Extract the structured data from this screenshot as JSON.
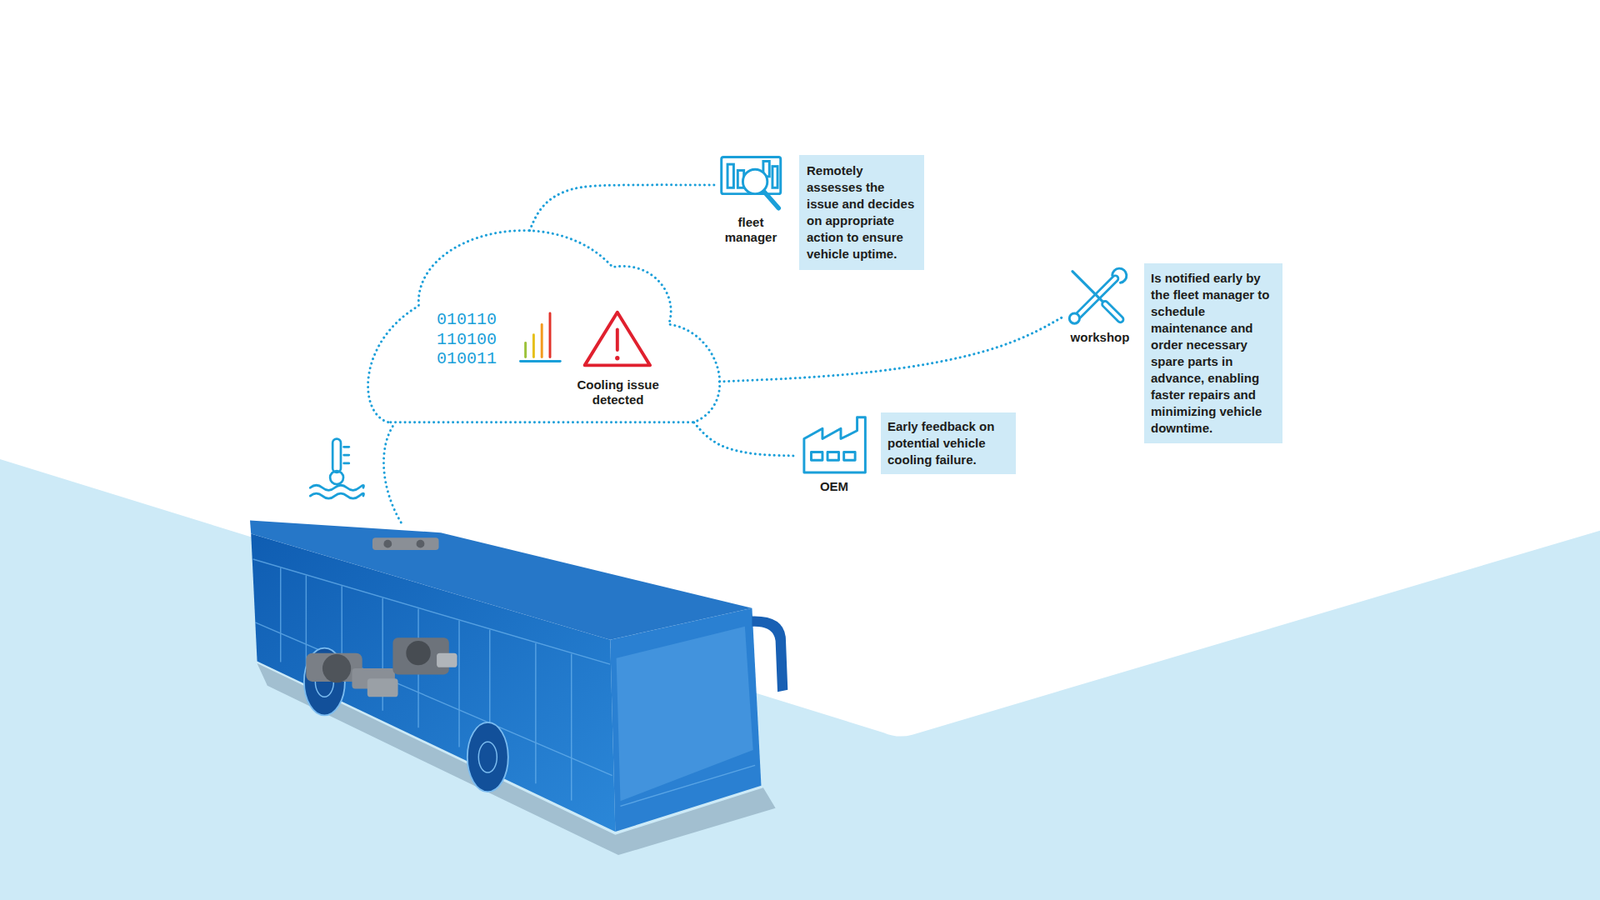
{
  "diagram": {
    "nodes": [
      {
        "text": [
          "Cooling issue detected"
        ]
      },
      {
        "text": [
          "fleet manager",
          "Remotely assesses the issue and decides on appropriate action to ensure vehicle uptime."
        ]
      },
      {
        "text": [
          "workshop",
          "Is notified early by the fleet manager to schedule maintenance and order necessary spare parts in advance, enabling faster repairs and minimizing vehicle downtime."
        ]
      },
      {
        "text": [
          "OEM",
          "Early feedback on potential vehicle cooling failure."
        ]
      }
    ],
    "edges": [
      {
        "from": 0,
        "to": 1,
        "arrow": "none"
      },
      {
        "from": 0,
        "to": 3,
        "arrow": "none"
      },
      {
        "from": 0,
        "to": 2,
        "arrow": "none"
      }
    ],
    "labels": [
      "010110",
      "110100",
      "010011"
    ]
  }
}
